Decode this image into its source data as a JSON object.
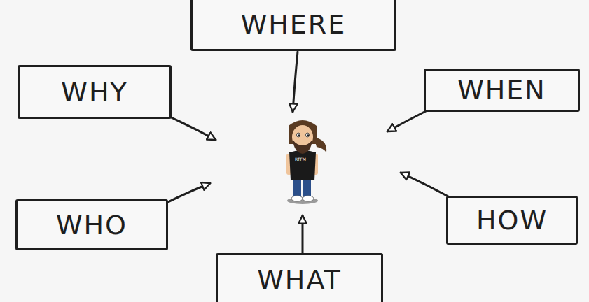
{
  "diagram": {
    "nodes": [
      {
        "text": [
          "WHERE"
        ]
      },
      {
        "text": [
          "WHY"
        ]
      },
      {
        "text": [
          "WHEN"
        ]
      },
      {
        "text": [
          "WHO"
        ]
      },
      {
        "text": [
          "HOW"
        ]
      },
      {
        "text": [
          "WHAT"
        ]
      }
    ],
    "labels": [
      "RTFM"
    ]
  }
}
